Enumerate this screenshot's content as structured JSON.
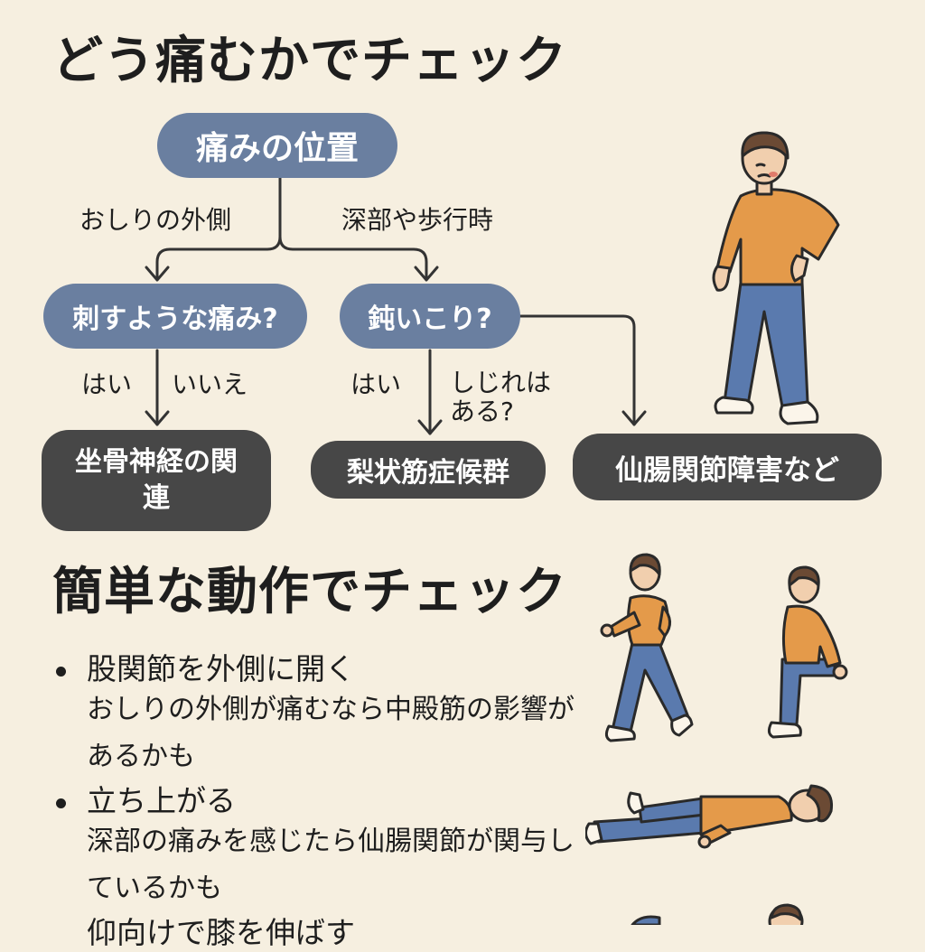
{
  "section1": {
    "title": "どう痛むかでチェック"
  },
  "flow": {
    "root": "痛みの位置",
    "branch_left_label": "おしりの外側",
    "branch_right_label": "深部や歩行時",
    "q_left": "刺すような痛み?",
    "q_right": "鈍いこり?",
    "q_left_yes": "はい",
    "q_left_no": "いいえ",
    "q_right_yes": "はい",
    "q_right_numb": "しじれは\nある?",
    "result_left": "坐骨神経の関連",
    "result_middle": "梨状筋症候群",
    "result_right": "仙腸関節障害など"
  },
  "section2": {
    "title": "簡単な動作でチェック",
    "items": [
      {
        "head": "股関節を外側に開く",
        "body": "おしりの外側が痛むなら中殿筋の影響があるかも"
      },
      {
        "head": "立ち上がる",
        "body": "深部の痛みを感じたら仙腸関節が関与しているかも"
      },
      {
        "head": "仰向けで膝を伸ばす"
      }
    ]
  },
  "colors": {
    "background": "#f6efe0",
    "node_blue": "#6a7fa0",
    "node_dark": "#474747",
    "shirt": "#e49a4a",
    "pants": "#5a7aae"
  }
}
